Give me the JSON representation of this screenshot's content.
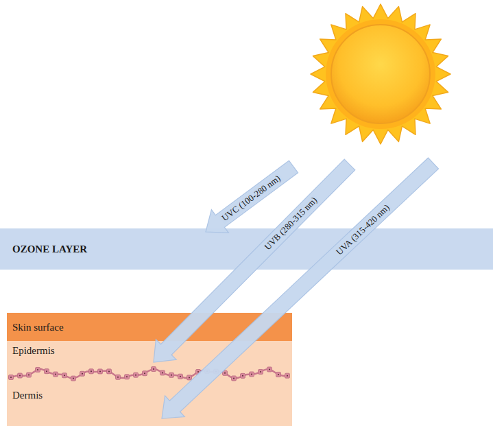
{
  "diagram": {
    "nodes": [
      {
        "text": [
          "OZONE LAYER"
        ]
      },
      {
        "text": [
          "Skin surface"
        ]
      },
      {
        "text": [
          "Epidermis"
        ]
      },
      {
        "text": [
          "Dermis"
        ]
      }
    ],
    "labels": [
      "UVC (100-280 nm)",
      "UVB (280-315 nm)",
      "UVA (315-420 nm)"
    ]
  }
}
